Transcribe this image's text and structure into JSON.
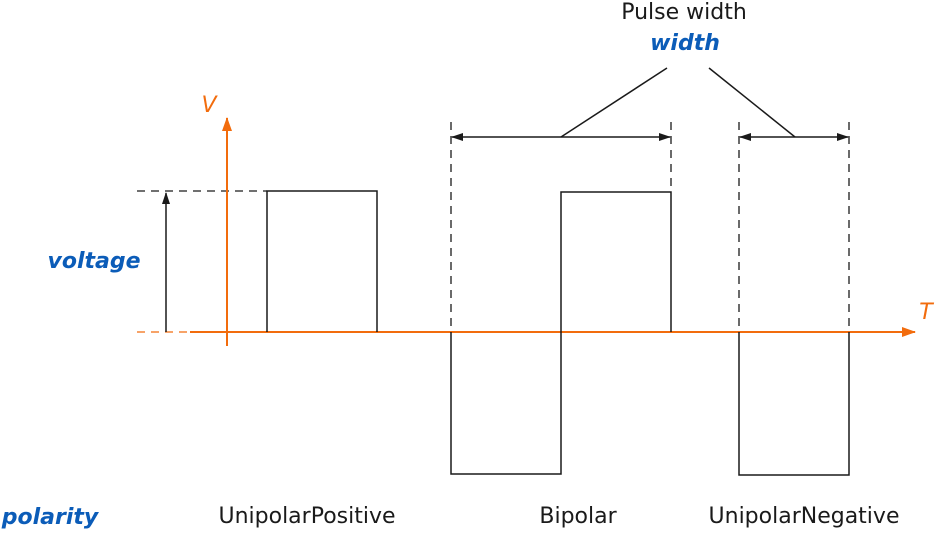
{
  "axis": {
    "y_label": "V",
    "x_label": "T"
  },
  "annotations": {
    "pulse_width_title": "Pulse width",
    "pulse_width_param": "width",
    "voltage_param": "voltage",
    "polarity_param": "polarity"
  },
  "waveforms": [
    {
      "label": "UnipolarPositive"
    },
    {
      "label": "Bipolar"
    },
    {
      "label": "UnipolarNegative"
    }
  ],
  "colors": {
    "axis": "#f26c0d",
    "param": "#0b5cb8",
    "line": "#1a1a1a"
  }
}
